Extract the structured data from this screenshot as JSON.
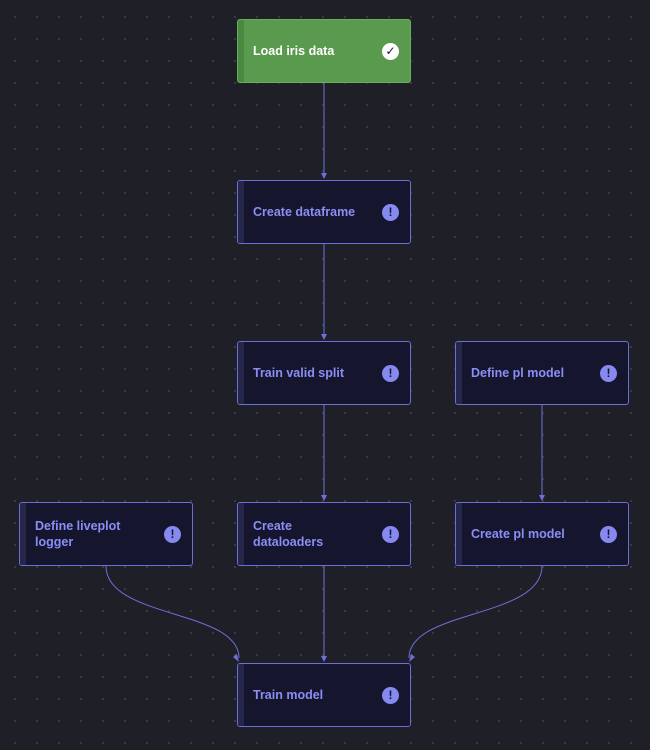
{
  "nodes": [
    {
      "id": "load-iris-data",
      "label": "Load iris data",
      "status": "done",
      "status_icon": "check-icon"
    },
    {
      "id": "create-dataframe",
      "label": "Create dataframe",
      "status": "pending",
      "status_icon": "exclamation-icon"
    },
    {
      "id": "train-valid-split",
      "label": "Train valid split",
      "status": "pending",
      "status_icon": "exclamation-icon"
    },
    {
      "id": "define-pl-model",
      "label": "Define pl model",
      "status": "pending",
      "status_icon": "exclamation-icon"
    },
    {
      "id": "define-liveplot-logger",
      "label": "Define liveplot logger",
      "status": "pending",
      "status_icon": "exclamation-icon"
    },
    {
      "id": "create-dataloaders",
      "label": "Create dataloaders",
      "status": "pending",
      "status_icon": "exclamation-icon"
    },
    {
      "id": "create-pl-model",
      "label": "Create pl model",
      "status": "pending",
      "status_icon": "exclamation-icon"
    },
    {
      "id": "train-model",
      "label": "Train model",
      "status": "pending",
      "status_icon": "exclamation-icon"
    }
  ],
  "edges": [
    {
      "from": "load-iris-data",
      "to": "create-dataframe"
    },
    {
      "from": "create-dataframe",
      "to": "train-valid-split"
    },
    {
      "from": "train-valid-split",
      "to": "create-dataloaders"
    },
    {
      "from": "define-pl-model",
      "to": "create-pl-model"
    },
    {
      "from": "define-liveplot-logger",
      "to": "train-model"
    },
    {
      "from": "create-dataloaders",
      "to": "train-model"
    },
    {
      "from": "create-pl-model",
      "to": "train-model"
    }
  ],
  "colors": {
    "background": "#1f1f27",
    "node_fill": "#15162e",
    "node_border": "#6a6ed6",
    "node_text": "#8a8ef5",
    "done_fill": "#5a9a4e",
    "edge": "#6c70d8"
  }
}
